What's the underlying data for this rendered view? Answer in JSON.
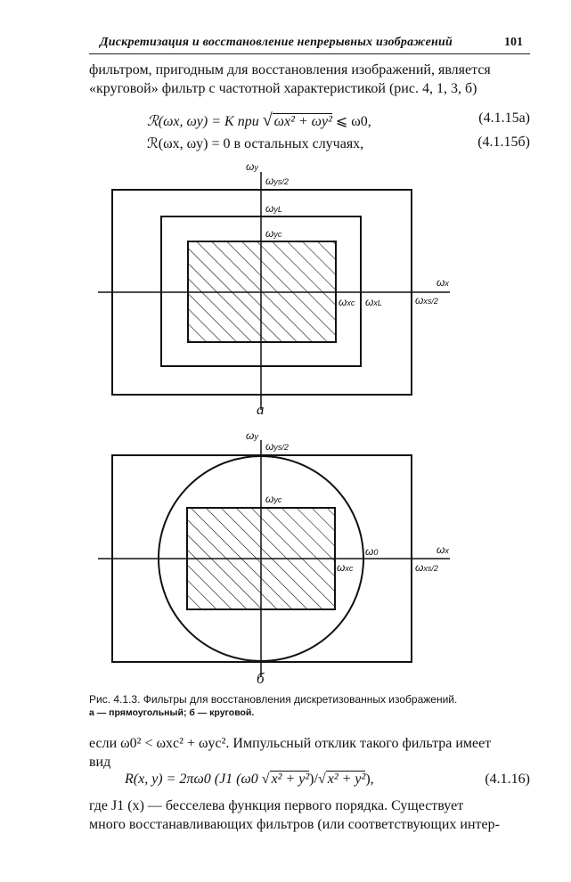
{
  "header": {
    "running_title": "Дискретизация и восстановление непрерывных изображений",
    "page_number": "101"
  },
  "para1": {
    "line1": "фильтром, пригодным для восстановления изображений, является",
    "line2": "«круговой» фильтр с частотной характеристикой (рис. 4, 1, 3, б)"
  },
  "eq_a": {
    "lhs": "ℛ(ωx, ωy) = K  при",
    "radicand": "ωx² + ωy²",
    "rhs": "⩽ ω0,",
    "number": "(4.1.15а)"
  },
  "eq_b": {
    "text": "ℛ(ωx, ωy) = 0  в остальных случаях,",
    "number": "(4.1.15б)"
  },
  "fig_a": {
    "letter": "а",
    "labels": {
      "wy": "ω",
      "wy_sub": "y",
      "wys2": "ω",
      "wys2_sub": "ys/2",
      "wyl": "ω",
      "wyl_sub": "yL",
      "wyc": "ω",
      "wyc_sub": "yc",
      "wx": "ω",
      "wx_sub": "x",
      "wxc": "ω",
      "wxc_sub": "xc",
      "wxl": "ω",
      "wxl_sub": "xL",
      "wxs2": "ω",
      "wxs2_sub": "xs/2"
    }
  },
  "fig_b": {
    "letter": "б",
    "labels": {
      "wy": "ω",
      "wy_sub": "y",
      "wys2": "ω",
      "wys2_sub": "ys/2",
      "wyc": "ω",
      "wyc_sub": "yc",
      "w0": "ω",
      "w0_sub": "0",
      "wx": "ω",
      "wx_sub": "x",
      "wxc": "ω",
      "wxc_sub": "xc",
      "wxs2": "ω",
      "wxs2_sub": "xs/2"
    }
  },
  "caption": {
    "line1": "Рис. 4.1.3. Фильтры для восстановления дискретизованных изображений.",
    "line2": "а — прямоугольный; б — круговой."
  },
  "para2": {
    "line1": "если ω0² < ωxc² + ωyc². Импульсный отклик такого фильтра имеет",
    "line2": "вид"
  },
  "eq_c": {
    "lhs": "R(x, y) = 2πω0 (J1 (ω0 √",
    "rad1": "x² + y²",
    "mid": ")/√",
    "rad2": "x² + y²",
    "end": "),",
    "number": "(4.1.16)"
  },
  "para3": {
    "line1": "где J1 (x) — бесселева функция первого порядка. Существует",
    "line2": "много восстанавливающих фильтров (или соответствующих интер-"
  }
}
